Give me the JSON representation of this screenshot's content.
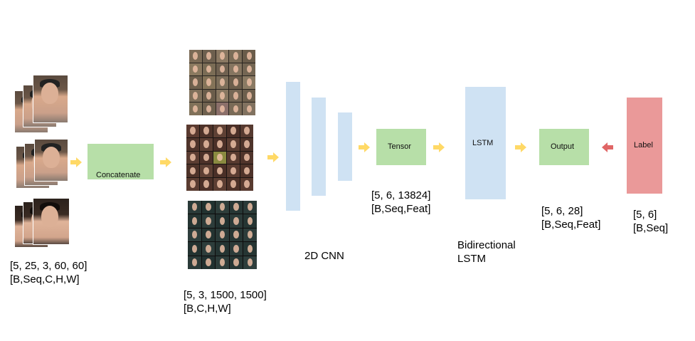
{
  "colors": {
    "green": "#b7dfa8",
    "blue": "#cfe2f3",
    "red": "#ea9999",
    "arrow_yellow": "#ffd966",
    "arrow_red": "#e06666"
  },
  "input": {
    "images": [
      "face-person-1",
      "face-person-2",
      "face-person-3"
    ],
    "shape_line1": "[5, 25, 3, 60, 60]",
    "shape_line2": "[B,Seq,C,H,W]"
  },
  "concatenate": {
    "label": "Concatenate"
  },
  "grid": {
    "shape_line1": "[5, 3, 1500, 1500]",
    "shape_line2": "[B,C,H,W]"
  },
  "cnn": {
    "label": "2D CNN"
  },
  "tensor": {
    "label": "Tensor",
    "shape_line1": "[5, 6, 13824]",
    "shape_line2": "[B,Seq,Feat]"
  },
  "lstm": {
    "label": "LSTM",
    "caption_line1": "Bidirectional",
    "caption_line2": "LSTM"
  },
  "output": {
    "label": "Output",
    "shape_line1": "[5, 6, 28]",
    "shape_line2": "[B,Seq,Feat]"
  },
  "label_node": {
    "label": "Label",
    "shape_line1": "[5, 6]",
    "shape_line2": "[B,Seq]"
  }
}
